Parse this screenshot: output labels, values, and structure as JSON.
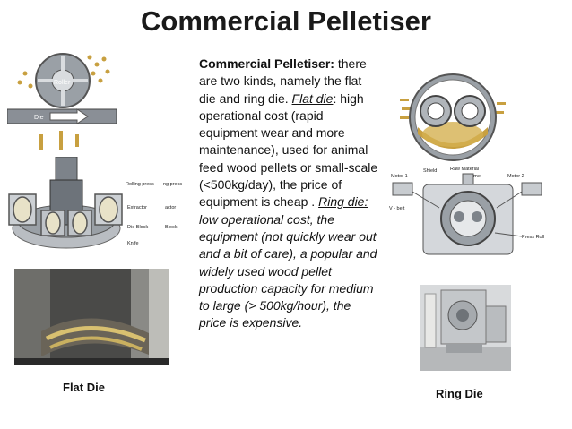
{
  "title": "Commercial Pelletiser",
  "body": {
    "lead": "Commercial Pelletiser:",
    "p1": " there are two kinds, namely the flat die and ring die. ",
    "flat_die_term": "Flat die",
    "p2": ": high operational cost (rapid equipment wear and more maintenance), used for animal feed wood pellets or small-scale (<500kg/day), the price of equipment is cheap . ",
    "ring_die_term": "Ring die:",
    "p3": " low operational cost, the equipment (not quickly wear out and a bit of care), a popular and widely used wood pellet production capacity for medium to large (> 500kg/hour), the price is expensive."
  },
  "captions": {
    "flat_die": "Flat Die",
    "ring_die": "Ring Die"
  },
  "diagram_labels": {
    "roller": "Roller",
    "die": "Die",
    "rolling_press": "Rolling press",
    "ring_press": "ng press",
    "extractor": "Extractor",
    "actor": "actor",
    "die_block": "Die Block",
    "block": "Block",
    "knife": "Knife",
    "motor1": "Motor 1",
    "raw_material": "Raw Material",
    "frame": "Frame",
    "motor2": "Motor 2",
    "shield": "Shield",
    "v_belt": "V - belt",
    "press_roll": "Press Roll"
  },
  "colors": {
    "steel": "#8a8f96",
    "pellet": "#c8a040",
    "photo_dark": "#3a3a3a"
  }
}
